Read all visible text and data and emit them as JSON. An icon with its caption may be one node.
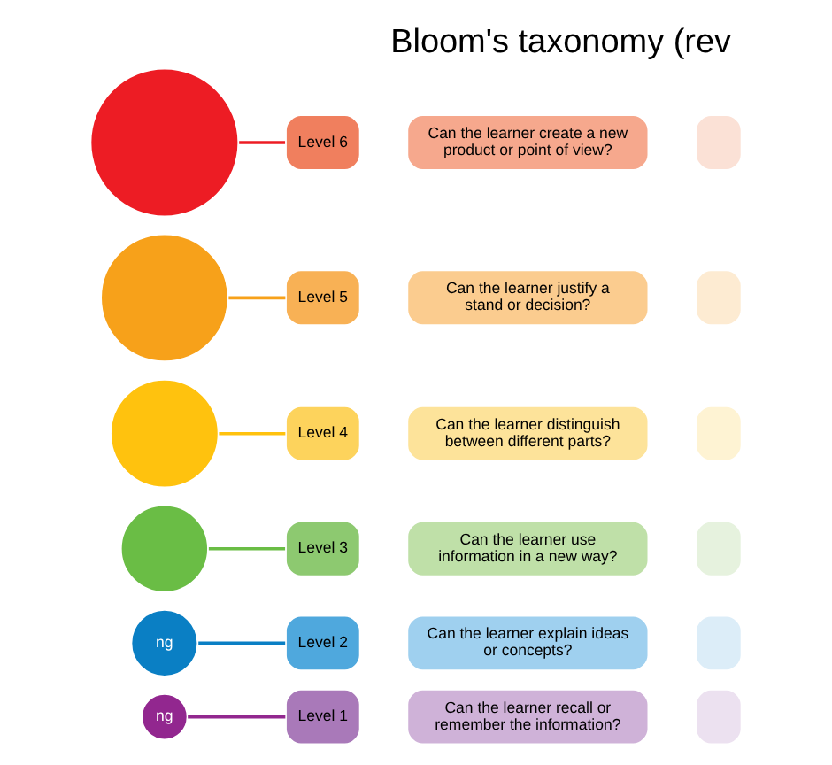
{
  "diagram": {
    "title": "Bloom's taxonomy (rev",
    "nodes": [
      {
        "text": [],
        "shape": "circle"
      },
      {
        "text": [],
        "shape": "circle"
      },
      {
        "text": [],
        "shape": "circle"
      },
      {
        "text": [],
        "shape": "circle"
      },
      {
        "text": [
          "ng"
        ]
      },
      {
        "text": [
          "ng"
        ]
      },
      {
        "text": [
          "Level 6"
        ]
      },
      {
        "text": [
          "Can the learner create a new product or point of view?"
        ]
      },
      {
        "text": [],
        "shape": "box"
      },
      {
        "text": [
          "Level 5"
        ]
      },
      {
        "text": [
          "Can the learner justify a stand or decision?"
        ]
      },
      {
        "text": [],
        "shape": "box"
      },
      {
        "text": [
          "Level 4"
        ]
      },
      {
        "text": [
          "Can the learner distinguish between different parts?"
        ]
      },
      {
        "text": [],
        "shape": "box"
      },
      {
        "text": [
          "Level 3"
        ]
      },
      {
        "text": [
          "Can the learner use information in a new way?"
        ]
      },
      {
        "text": [],
        "shape": "box"
      },
      {
        "text": [
          "Level 2"
        ]
      },
      {
        "text": [
          "Can the learner explain ideas or concepts?"
        ]
      },
      {
        "text": [],
        "shape": "box"
      },
      {
        "text": [
          "Level 1"
        ]
      },
      {
        "text": [
          "Can the learner recall or remember the information?"
        ]
      },
      {
        "text": [],
        "shape": "box"
      }
    ],
    "edges": [
      {
        "from": 0,
        "to": 6,
        "arrow": "none",
        "color": "#ed1c24"
      },
      {
        "from": 1,
        "to": 9,
        "arrow": "none",
        "color": "#f7a11a"
      },
      {
        "from": 2,
        "to": 12,
        "arrow": "none",
        "color": "#ffc20e"
      },
      {
        "from": 3,
        "to": 15,
        "arrow": "none",
        "color": "#6abd45"
      },
      {
        "from": 4,
        "to": 18,
        "arrow": "none",
        "color": "#0a7fc4"
      },
      {
        "from": 5,
        "to": 21,
        "arrow": "none",
        "color": "#92278f"
      }
    ]
  }
}
